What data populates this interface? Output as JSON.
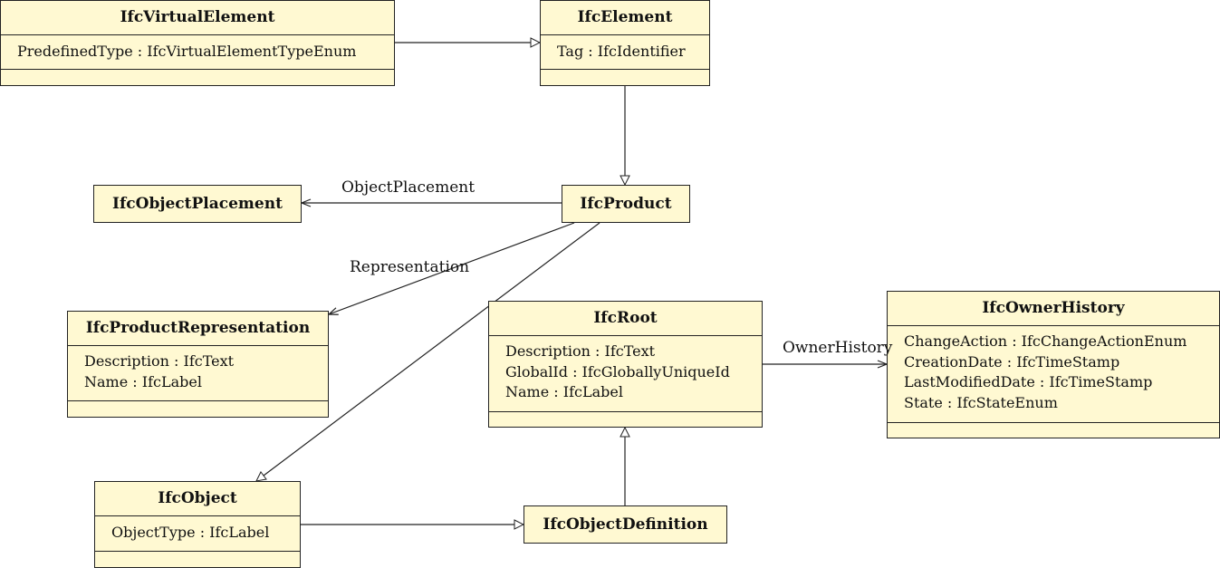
{
  "classes": {
    "virtual_element": {
      "name": "IfcVirtualElement",
      "attributes": [
        "PredefinedType : IfcVirtualElementTypeEnum"
      ]
    },
    "element": {
      "name": "IfcElement",
      "attributes": [
        "Tag : IfcIdentifier"
      ]
    },
    "object_placement": {
      "name": "IfcObjectPlacement"
    },
    "product": {
      "name": "IfcProduct"
    },
    "product_representation": {
      "name": "IfcProductRepresentation",
      "attributes": [
        "Description : IfcText",
        "Name : IfcLabel"
      ]
    },
    "root": {
      "name": "IfcRoot",
      "attributes": [
        "Description : IfcText",
        "GlobalId : IfcGloballyUniqueId",
        "Name : IfcLabel"
      ]
    },
    "owner_history": {
      "name": "IfcOwnerHistory",
      "attributes": [
        "ChangeAction : IfcChangeActionEnum",
        "CreationDate : IfcTimeStamp",
        "LastModifiedDate : IfcTimeStamp",
        "State : IfcStateEnum"
      ]
    },
    "object": {
      "name": "IfcObject",
      "attributes": [
        "ObjectType : IfcLabel"
      ]
    },
    "object_definition": {
      "name": "IfcObjectDefinition"
    }
  },
  "associations": {
    "object_placement": "ObjectPlacement",
    "representation": "Representation",
    "owner_history": "OwnerHistory"
  }
}
